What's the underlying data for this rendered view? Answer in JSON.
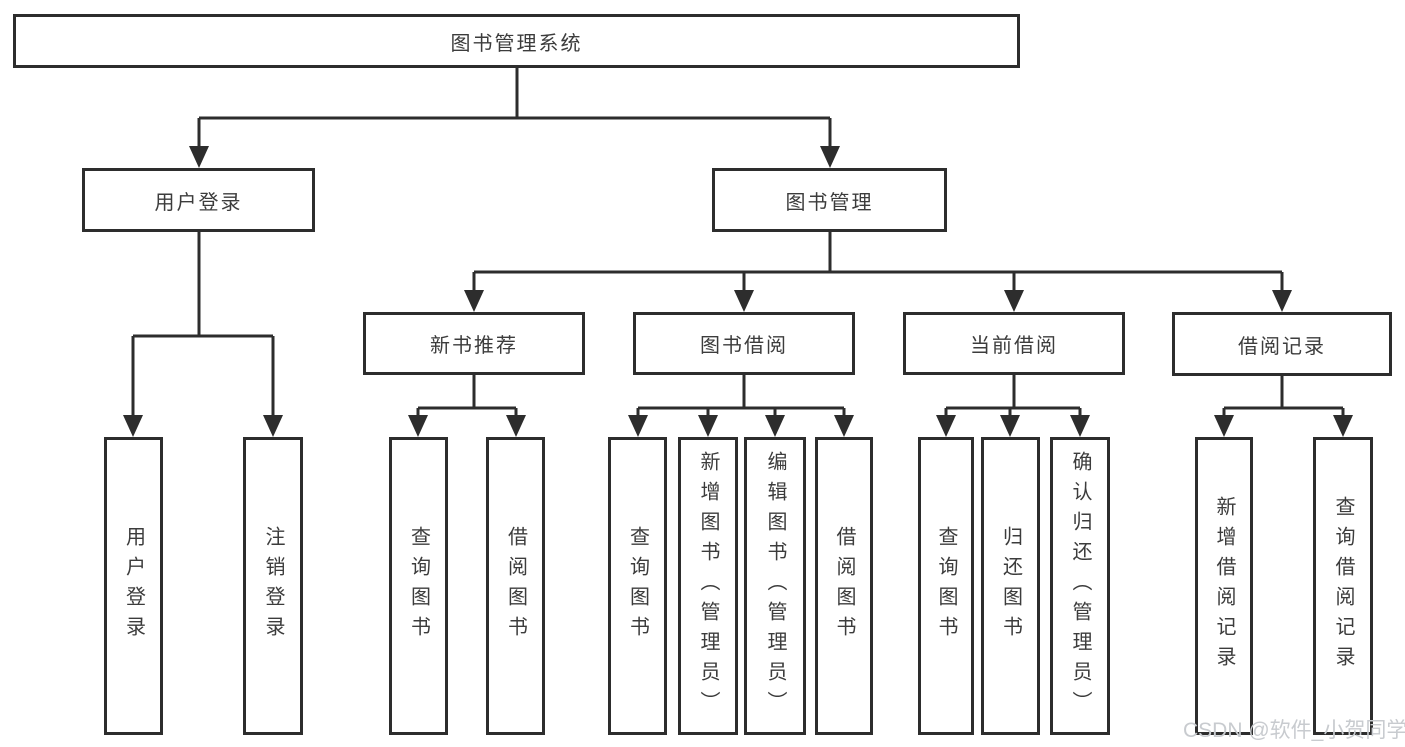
{
  "colors": {
    "background": "#ffffff",
    "line": "#2d2d2d",
    "text": "#3c3c3c",
    "watermark": "#c8cbcf"
  },
  "watermark": "CSDN @软件_小贺同学",
  "tree": {
    "root": "图书管理系统",
    "branches": [
      {
        "label": "用户登录",
        "children": [
          "用户登录",
          "注销登录"
        ]
      },
      {
        "label": "图书管理",
        "groups": [
          {
            "label": "新书推荐",
            "children": [
              "查询图书",
              "借阅图书"
            ]
          },
          {
            "label": "图书借阅",
            "children": [
              "查询图书",
              "新增图书（管理员）",
              "编辑图书（管理员）",
              "借阅图书"
            ]
          },
          {
            "label": "当前借阅",
            "children": [
              "查询图书",
              "归还图书",
              "确认归还（管理员）"
            ]
          },
          {
            "label": "借阅记录",
            "children": [
              "新增借阅记录",
              "查询借阅记录"
            ]
          }
        ]
      }
    ]
  }
}
